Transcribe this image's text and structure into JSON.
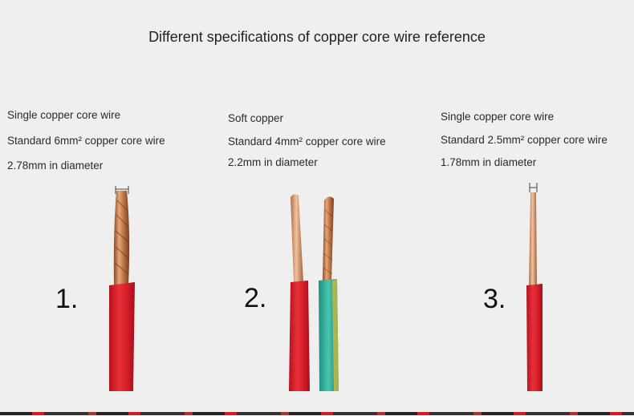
{
  "title": "Different specifications of copper core wire reference",
  "wires": [
    {
      "number": "1.",
      "lines": [
        "Single copper core wire",
        "Standard 6mm² copper core wire",
        "2.78mm in diameter"
      ]
    },
    {
      "number": "2.",
      "lines": [
        "Soft copper",
        "Standard 4mm² copper core wire",
        "2.2mm in diameter"
      ]
    },
    {
      "number": "3.",
      "lines": [
        "Single copper core wire",
        "Standard 2.5mm² copper core wire",
        "1.78mm in diameter"
      ]
    }
  ],
  "colors": {
    "background": "#efefef",
    "insulation_red": "#d81f2a",
    "insulation_green": "#2fae9a",
    "copper": "#c98a5a"
  }
}
